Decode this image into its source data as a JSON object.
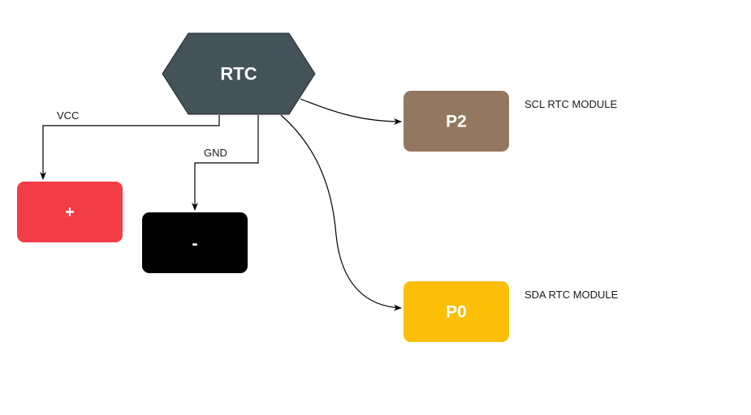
{
  "nodes": {
    "rtc": {
      "label": "RTC",
      "color": "#435359"
    },
    "plus": {
      "label": "+",
      "color": "#f23c46"
    },
    "minus": {
      "label": "-",
      "color": "#000000"
    },
    "p2": {
      "label": "P2",
      "color": "#947760"
    },
    "p0": {
      "label": "P0",
      "color": "#fcbe06"
    }
  },
  "edges": {
    "vcc": {
      "label": "VCC"
    },
    "gnd": {
      "label": "GND"
    },
    "scl": {
      "label": ""
    },
    "sda": {
      "label": ""
    }
  },
  "annotations": {
    "scl": "SCL RTC MODULE",
    "sda": "SDA RTC MODULE"
  }
}
